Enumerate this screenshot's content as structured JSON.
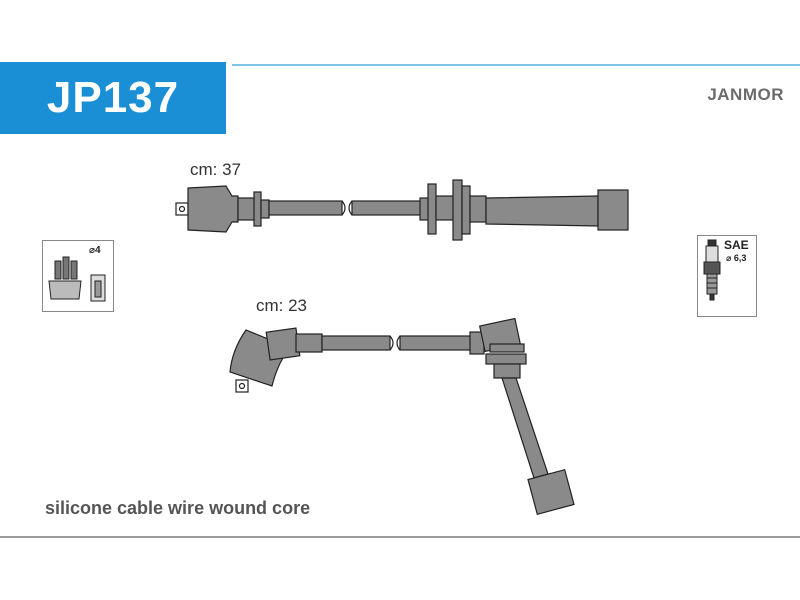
{
  "header": {
    "part_code": "JP137",
    "brand": "JANMOR",
    "accent_color": "#1a8fd6"
  },
  "cables": [
    {
      "length_label": "cm: 37"
    },
    {
      "length_label": "cm: 23"
    }
  ],
  "icons": {
    "distributor": {
      "diameter_label": "⌀4",
      "icon": "distributor-cap-icon"
    },
    "spark_plug": {
      "standard_label": "SAE",
      "diameter_label": "⌀ 6,3",
      "icon": "spark-plug-icon"
    }
  },
  "footer": {
    "description": "silicone cable wire wound core"
  }
}
